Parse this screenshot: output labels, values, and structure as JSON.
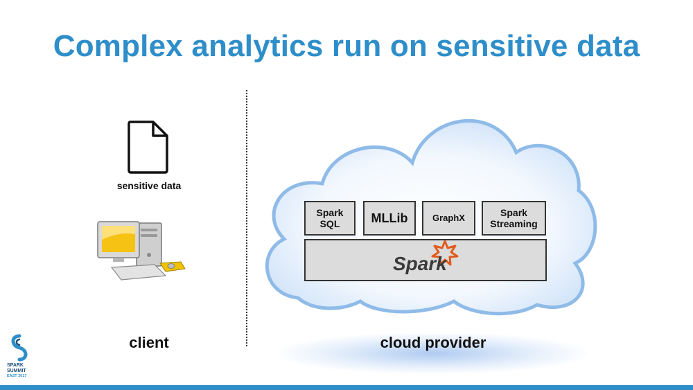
{
  "title": "Complex analytics run on sensitive data",
  "client": {
    "document_icon": "document-icon",
    "document_label": "sensitive data",
    "computer_icon": "desktop-computer-icon",
    "label": "client"
  },
  "cloud": {
    "icon": "cloud-icon",
    "label": "cloud provider",
    "components": {
      "spark_sql": "Spark\nSQL",
      "mllib": "MLLib",
      "graphx": "GraphX",
      "spark_streaming": "Spark\nStreaming"
    },
    "engine_logo": "Spark"
  },
  "branding": {
    "logo_line1": "SPARK",
    "logo_line2": "SUMMIT",
    "logo_line3": "EAST 2017",
    "accent_color": "#2e8ec9",
    "logo_star_color": "#e25a1c"
  }
}
